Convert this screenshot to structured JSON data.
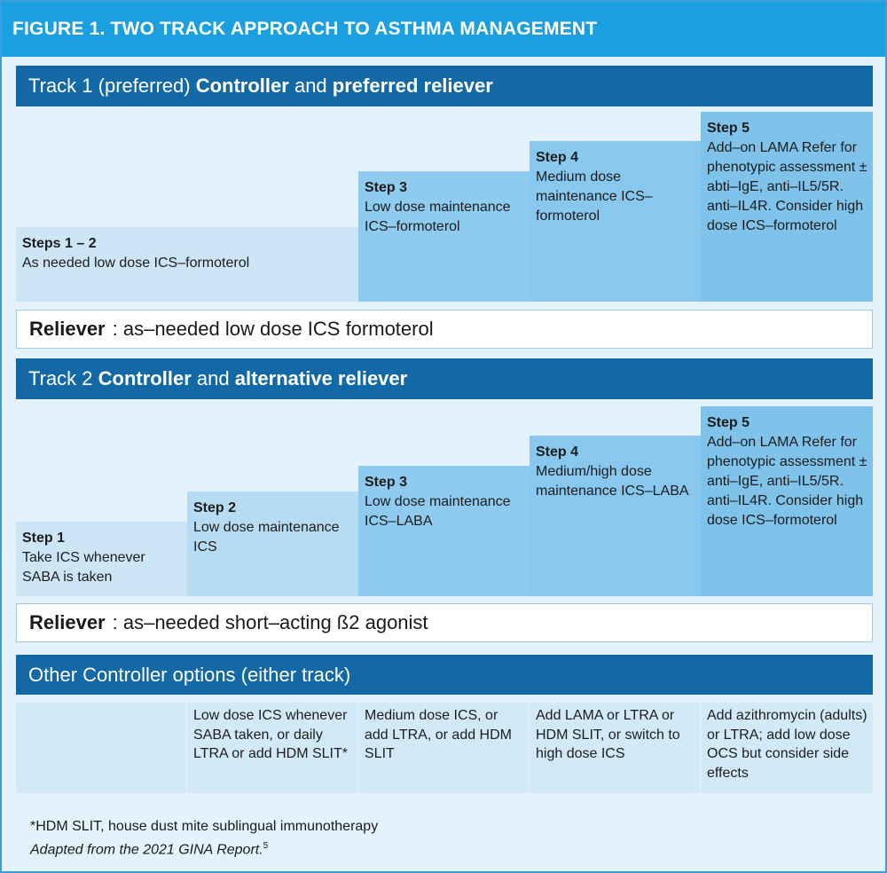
{
  "title": "FIGURE 1. TWO TRACK APPROACH TO ASTHMA MANAGEMENT",
  "track1": {
    "header_plain1": "Track 1 (preferred)",
    "header_bold1": "Controller",
    "header_plain2": "and",
    "header_bold2": "preferred reliever",
    "steps": [
      {
        "head": "Steps 1 – 2",
        "body": "As needed low dose ICS–formoterol"
      },
      {
        "head": "Step 3",
        "body": "Low dose maintenance ICS–formoterol"
      },
      {
        "head": "Step 4",
        "body": "Medium dose maintenance ICS–formoterol"
      },
      {
        "head": "Step 5",
        "body": "Add–on LAMA Refer for phenotypic assessment ± abti–IgE, anti–IL5/5R. anti–IL4R. Consider high dose ICS–formoterol"
      }
    ],
    "reliever_label": "Reliever",
    "reliever_text": ":  as–needed low dose ICS formoterol"
  },
  "track2": {
    "header_plain1": "Track 2",
    "header_bold1": "Controller",
    "header_plain2": "and",
    "header_bold2": "alternative reliever",
    "steps": [
      {
        "head": "Step 1",
        "body": "Take ICS whenever SABA is taken"
      },
      {
        "head": "Step 2",
        "body": "Low dose maintenance ICS"
      },
      {
        "head": "Step 3",
        "body": "Low dose maintenance ICS–LABA"
      },
      {
        "head": "Step 4",
        "body": "Medium/high dose maintenance ICS–LABA"
      },
      {
        "head": "Step 5",
        "body": "Add–on LAMA Refer for phenotypic assessment ± anti–IgE, anti–IL5/5R. anti–IL4R. Consider high dose ICS–formoterol"
      }
    ],
    "reliever_label": "Reliever",
    "reliever_text": ":  as–needed short–acting ß2 agonist"
  },
  "other": {
    "header": "Other Controller options (either track)",
    "options": [
      "",
      "Low dose ICS whenever SABA taken, or daily LTRA or add HDM SLIT*",
      "Medium dose ICS, or add LTRA, or add HDM SLIT",
      "Add LAMA or LTRA or HDM SLIT, or switch to high dose ICS",
      "Add azithromycin (adults) or LTRA; add low dose OCS but consider side effects"
    ]
  },
  "footnote": {
    "line1": "*HDM SLIT, house dust mite sublingual immunotherapy",
    "line2": "Adapted from the 2021 GINA Report.",
    "ref": "5"
  }
}
